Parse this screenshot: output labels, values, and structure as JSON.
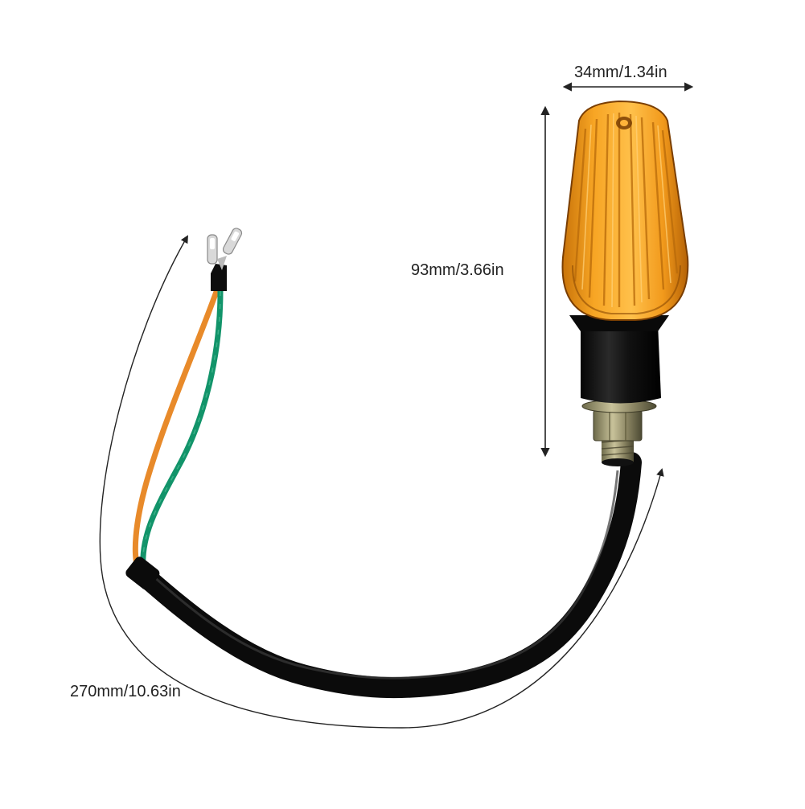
{
  "product": {
    "name": "motorcycle-turn-signal-indicator",
    "lens_color": "#F5A623",
    "housing_color": "#141414",
    "wire_colors": [
      "#F29A38",
      "#16A06A"
    ]
  },
  "dimensions": {
    "width_label": "34mm/1.34in",
    "height_label": "93mm/3.66in",
    "cable_length_label": "270mm/10.63in"
  }
}
